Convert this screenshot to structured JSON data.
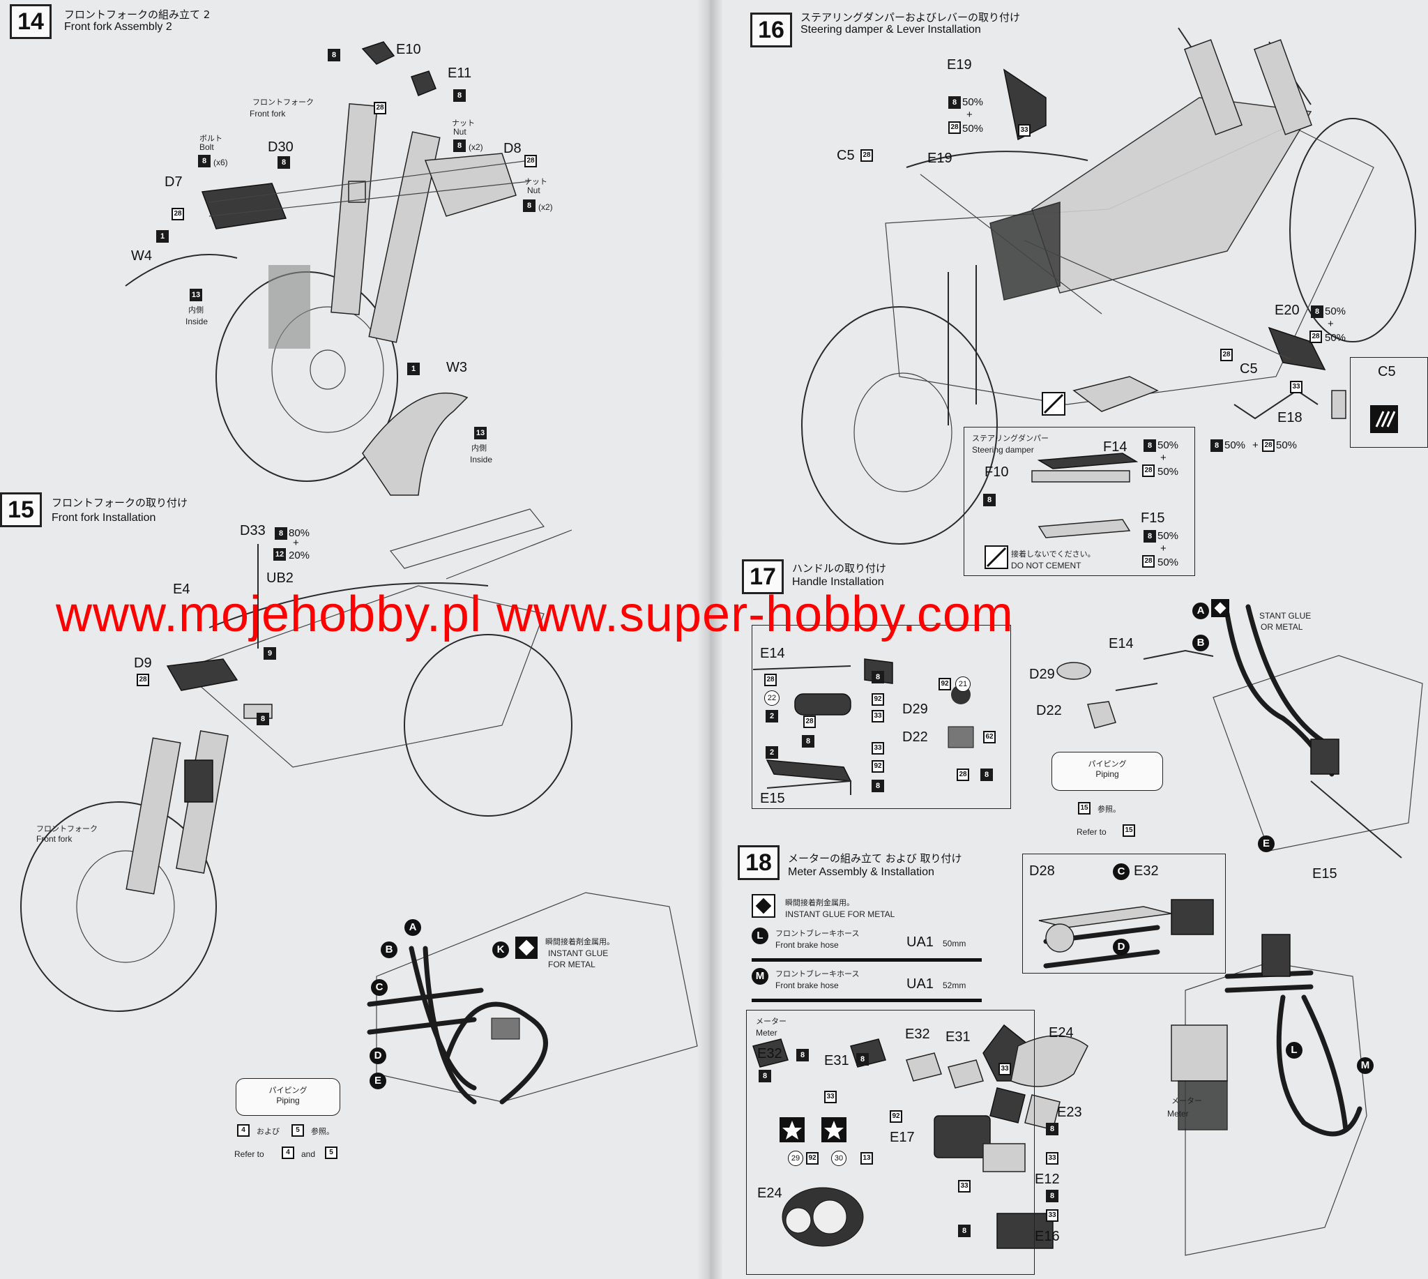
{
  "watermark": "www.mojehobby.pl www.super-hobby.com",
  "step14": {
    "number": "14",
    "title_jp": "フロントフォークの組み立て 2",
    "title_en": "Front fork Assembly 2",
    "labels": {
      "e10": "E10",
      "e11": "E11",
      "d30": "D30",
      "d8": "D8",
      "d7": "D7",
      "w4": "W4",
      "w3": "W3"
    },
    "front_fork_jp": "フロントフォーク",
    "front_fork_en": "Front fork",
    "bolt_jp": "ボルト",
    "bolt_en": "Bolt",
    "x6": "(x6)",
    "nut_jp": "ナット",
    "nut_en": "Nut",
    "x2": "(x2)",
    "inside_jp": "内側",
    "inside_en": "Inside",
    "paints": {
      "p8": "8",
      "p28": "28",
      "p1": "1",
      "p13": "13"
    }
  },
  "step15": {
    "number": "15",
    "title_jp": "フロントフォークの取り付け",
    "title_en": "Front fork Installation",
    "labels": {
      "d33": "D33",
      "ub2": "UB2",
      "e4": "E4",
      "d9": "D9"
    },
    "mix_d33": [
      "80%",
      "+",
      "20%"
    ],
    "paints": {
      "p8": "8",
      "p12": "12",
      "p9": "9",
      "p28": "28"
    },
    "front_fork_jp": "フロントフォーク",
    "front_fork_en": "Front fork",
    "glue_jp": "瞬間接着剤金属用。",
    "glue_en_1": "INSTANT GLUE",
    "glue_en_2": "FOR METAL",
    "piping_jp": "パイピング",
    "piping_en": "Piping",
    "refer_p4": "4",
    "refer_oyobi": "および",
    "refer_p5": "5",
    "refer_sansho": "参照。",
    "refer_en": "Refer to",
    "refer_and": "and",
    "hoses": [
      "A",
      "B",
      "C",
      "D",
      "E",
      "K"
    ]
  },
  "step16": {
    "number": "16",
    "title_jp": "ステアリングダンパーおよびレバーの取り付け",
    "title_en": "Steering damper & Lever Installation",
    "labels": {
      "e19": "E19",
      "c5": "C5",
      "e20": "E20",
      "e18": "E18",
      "f14": "F14",
      "f10": "F10",
      "f15": "F15"
    },
    "mix_50": "50%",
    "plus": "+",
    "damper_jp": "ステアリングダンパー",
    "damper_en": "Steering damper",
    "nocement_jp": "接着しないでください。",
    "nocement_en": "DO NOT CEMENT",
    "paints": {
      "p8": "8",
      "p28": "28",
      "p33": "33"
    }
  },
  "step17": {
    "number": "17",
    "title_jp": "ハンドルの取り付け",
    "title_en": "Handle Installation",
    "labels": {
      "e14": "E14",
      "e15": "E15",
      "d29": "D29",
      "d22": "D22"
    },
    "paints": {
      "p2": "2",
      "p8": "8",
      "p28": "28",
      "p33": "33",
      "p92": "92",
      "p62": "62"
    },
    "ocirc": {
      "c21": "21",
      "c22": "22"
    },
    "piping_jp": "パイピング",
    "piping_en": "Piping",
    "refer_p15": "15",
    "refer_sansho": "参照。",
    "refer_en": "Refer to",
    "hoses": [
      "A",
      "B",
      "E"
    ],
    "right_glue_en_1": "STANT GLUE",
    "right_glue_en_2": "OR METAL"
  },
  "step18": {
    "number": "18",
    "title_jp": "メーターの組み立て および 取り付け",
    "title_en": "Meter Assembly & Installation",
    "glue_jp": "瞬間接着剤金属用。",
    "glue_en": "INSTANT GLUE   FOR METAL",
    "hose_l_jp": "フロントブレーキホース",
    "hose_l_en": "Front brake hose",
    "hose_l_part": "UA1",
    "hose_l_len": "50mm",
    "hose_m_jp": "フロントブレーキホース",
    "hose_m_en": "Front brake hose",
    "hose_m_part": "UA1",
    "hose_m_len": "52mm",
    "meter_jp": "メーター",
    "meter_en": "Meter",
    "labels": {
      "d28": "D28",
      "e32": "E32",
      "e31": "E31",
      "e24": "E24",
      "e23": "E23",
      "e17": "E17",
      "e12": "E12",
      "e16": "E16"
    },
    "paints": {
      "p8": "8",
      "p13": "13",
      "p33": "33",
      "p92": "92"
    },
    "ocirc": {
      "c29": "29",
      "c30": "30"
    },
    "hoses": [
      "C",
      "D",
      "L",
      "M"
    ]
  }
}
